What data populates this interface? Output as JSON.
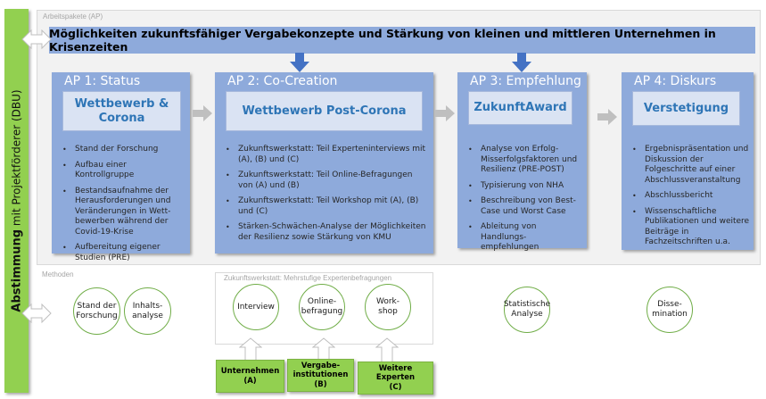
{
  "colors": {
    "ap_blue": "#8eaadb",
    "ap_inner": "#dae3f3",
    "accent_text": "#2e75b6",
    "arrow_blue": "#4472c4",
    "green": "#92d050",
    "circle_border": "#70ad47",
    "gray_arrow": "#bfbfbf"
  },
  "sidebar": {
    "bold": "Abstimmung",
    "normal": " mit Projektförderer (DBU)"
  },
  "ap_panel_label": "Arbeitspakete (AP)",
  "title": "Möglichkeiten zukunftsfähiger Vergabekonzepte und Stärkung von kleinen und mittleren Unternehmen in Krisenzeiten",
  "work_packages": [
    {
      "heading": "AP 1: Status",
      "name": "Wettbewerb &\nCorona",
      "items": [
        "Stand der Forschung",
        "Aufbau einer Kontrollgruppe",
        "Bestandsaufnahme der Herausforderungen und Veränderungen in Wett-bewerben während der Covid-19-Krise",
        "Aufbereitung eigener Studien (PRE)"
      ]
    },
    {
      "heading": "AP 2: Co-Creation",
      "name": "Wettbewerb Post-Corona",
      "items": [
        "Zukunftswerkstatt:  Teil Experteninterviews mit (A), (B) und (C)",
        "Zukunftswerkstatt:  Teil Online-Befragungen von (A) und (B)",
        "Zukunftswerkstatt:  Teil Workshop mit (A), (B) und (C)",
        "Stärken-Schwächen-Analyse der Möglichkeiten der Resilienz sowie Stärkung von KMU"
      ]
    },
    {
      "heading": "AP 3: Empfehlung",
      "name": "ZukunftAward",
      "items": [
        "Analyse von Erfolg-Misserfolgsfaktoren und Resilienz (PRE-POST)",
        "Typisierung von NHA",
        "Beschreibung von Best-Case und Worst Case",
        "Ableitung von Handlungs-empfehlungen"
      ]
    },
    {
      "heading": "AP 4: Diskurs",
      "name": "Verstetigung",
      "items": [
        "Ergebnispräsentation und Diskussion der Folgeschritte auf einer Abschlussveranstaltung",
        "Abschlussbericht",
        "Wissenschaftliche Publikationen und weitere Beiträge in Fachzeitschriften u.a."
      ]
    }
  ],
  "methods_label": "Methoden",
  "zukunftswerkstatt_label": "Zukunftswerkstatt: Mehrstufige Expertenbefragungen",
  "methods": [
    "Stand der\nForschung",
    "Inhalts-\nanalyse",
    "Interview",
    "Online-\nbefragung",
    "Work-\nshop",
    "Statistische\nAnalyse",
    "Disse-\nmination"
  ],
  "stakeholders": [
    "Unternehmen\n(A)",
    "Vergabe-\ninstitutionen\n(B)",
    "Weitere\nExperten\n(C)"
  ]
}
